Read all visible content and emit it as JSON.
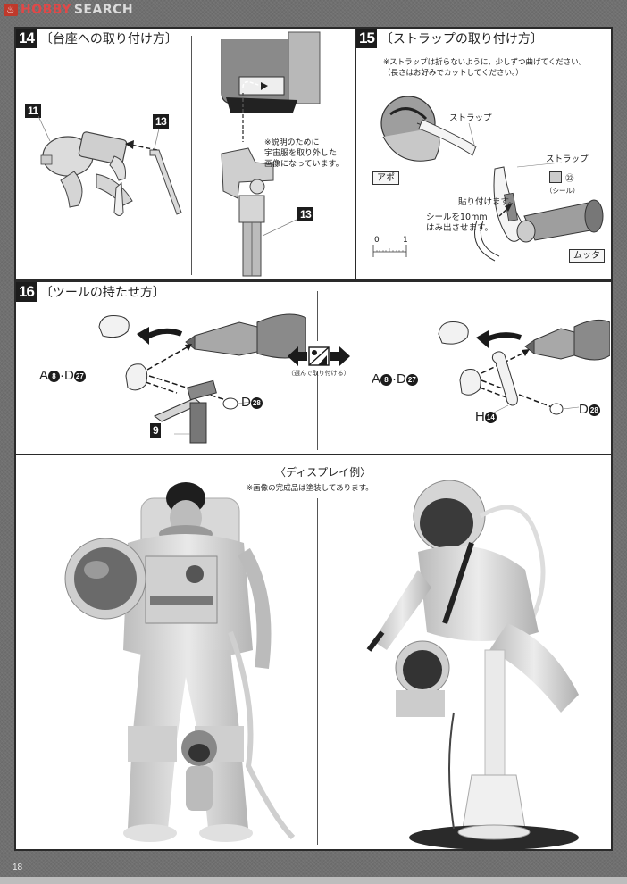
{
  "watermark": {
    "brand_a": "HOBBY",
    "brand_b": "SEARCH"
  },
  "page_number": "18",
  "step14": {
    "number": "14",
    "title": "〔台座への取り付け方〕",
    "note": "※説明のために\n宇宙服を取り外した\n画像になっています。",
    "parts": [
      "11",
      "13",
      "13"
    ]
  },
  "step15": {
    "number": "15",
    "title": "〔ストラップの取り付け方〕",
    "note": "※ストラップは折らないように、少しずつ曲げてください。\n（長さはお好みでカットしてください。）",
    "strap_label_1": "ストラップ",
    "strap_label_2": "ストラップ",
    "character_apo": "アポ",
    "character_mutta": "ムッタ",
    "sticker_number": "㉒",
    "sticker_caption": "（シール）",
    "attach_text": "貼り付けます。",
    "overhang_text": "シールを10mm\nはみ出させます。",
    "scale": {
      "start": "0",
      "end": "1"
    }
  },
  "step16": {
    "number": "16",
    "title": "〔ツールの持たせ方〕",
    "left": {
      "hand_ref_a": "A",
      "hand_num_a": "8",
      "hand_ref_d": "·D",
      "hand_num_d": "27",
      "cap_ref": "D",
      "cap_num": "28",
      "tool_part": "9"
    },
    "right": {
      "hand_ref_a": "A",
      "hand_num_a": "8",
      "hand_ref_d": "·D",
      "hand_num_d": "27",
      "cap_ref": "D",
      "cap_num": "28",
      "tool_ref": "H",
      "tool_num": "14"
    },
    "choose_caption": "（選んで取り付ける）"
  },
  "display": {
    "title": "〈ディスプレイ例〉",
    "note": "※画像の完成品は塗装してあります。"
  },
  "colors": {
    "frame_bg": "#707070",
    "panel_bg": "#ffffff",
    "panel_border": "#2a2a2a",
    "step_badge": "#1c1c1c",
    "brand_red": "#e04848"
  }
}
